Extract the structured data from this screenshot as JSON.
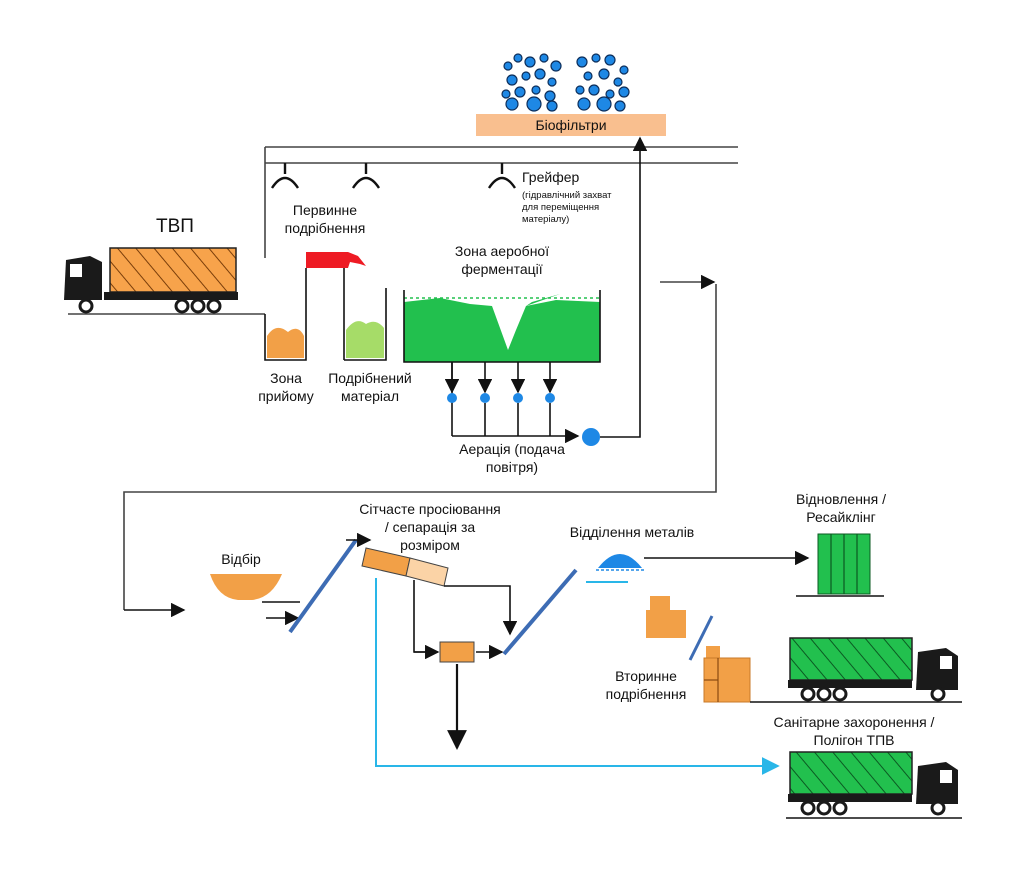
{
  "labels": {
    "msw": "ТВП",
    "biofilters": "Біофільтри",
    "grab_title": "Грейфер",
    "grab_note_1": "(гідравлічний захват",
    "grab_note_2": "для переміщення",
    "grab_note_3": "матеріалу)",
    "primary_shred_1": "Первинне",
    "primary_shred_2": "подрібнення",
    "aerobic_1": "Зона аеробної",
    "aerobic_2": "ферментації",
    "reception_1": "Зона",
    "reception_2": "прийому",
    "shredded_1": "Подрібнений",
    "shredded_2": "матеріал",
    "aeration_1": "Аерація (подача",
    "aeration_2": "повітря)",
    "screening_1": "Сітчасте просіювання",
    "screening_2": "/ сепарація за",
    "screening_3": "розміром",
    "selection": "Відбір",
    "metal_sep": "Відділення металів",
    "recovery_1": "Відновлення /",
    "recovery_2": "Ресайклінг",
    "secondary_1": "Вторинне",
    "secondary_2": "подрібнення",
    "landfill_1": "Санітарне захоронення /",
    "landfill_2": "Полігон ТПВ"
  },
  "colors": {
    "orange": "#f2a047",
    "light_orange": "#fbd3a6",
    "hatched_orange": "#f7a34b",
    "green": "#22c04e",
    "dark_green": "#1aa744",
    "light_green": "#a6dc68",
    "red": "#ee1b24",
    "blue": "#1e88e5",
    "cyan": "#29b6e8",
    "steel_blue": "#3d6cb4",
    "biofilter_bar": "#f9bf8f",
    "truck_cab": "#1a1a1a"
  }
}
